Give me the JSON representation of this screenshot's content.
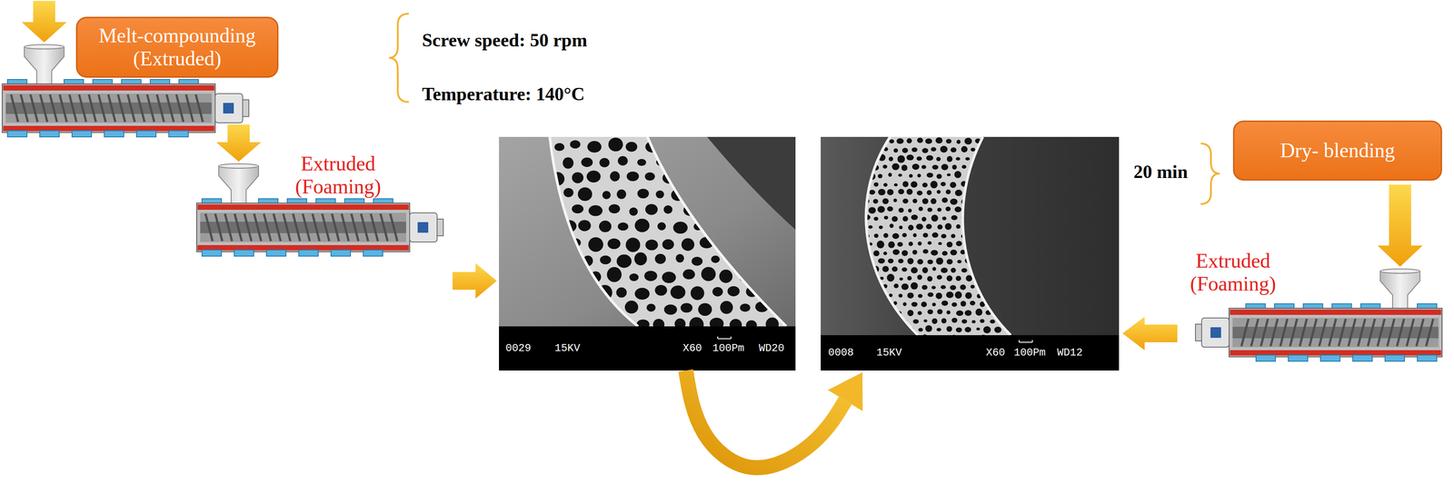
{
  "diagram": {
    "nodes": [
      {
        "text": [
          "Melt-compounding (Extruded)"
        ]
      },
      {
        "text": [
          "0029",
          "15KV",
          "X60",
          "100Pm",
          "WD20"
        ]
      },
      {
        "text": [
          "0008",
          "15KV",
          "X60",
          "100Pm",
          "WD12"
        ]
      },
      {
        "text": [
          "Dry- blending"
        ]
      }
    ],
    "edges": [
      {
        "from": 1,
        "to": 2,
        "arrow": "to"
      }
    ],
    "labels": [
      "Screw speed: 50 rpm",
      "Temperature: 140°C",
      "Extruded (Foaming)",
      "20 min",
      "Extruded (Foaming)"
    ]
  }
}
